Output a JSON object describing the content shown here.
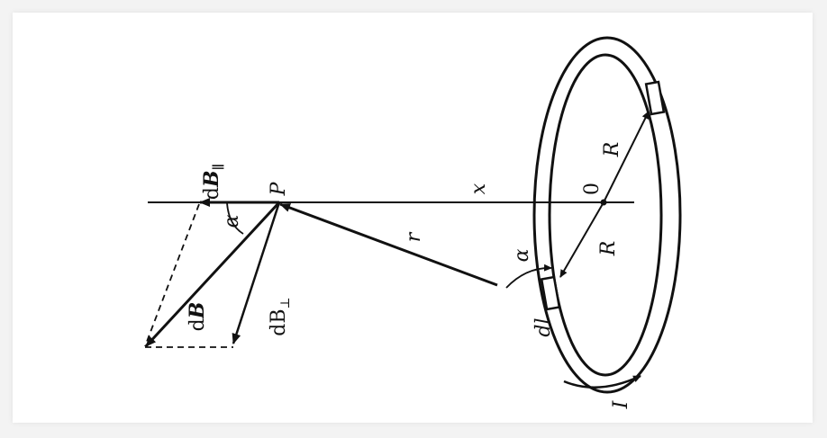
{
  "labels": {
    "point_P": "P",
    "center_O": "0",
    "distance_x": "x",
    "radius_upper": "R",
    "radius_lower": "R",
    "radius_vector_r": "r",
    "angle_alpha_left": "α",
    "angle_alpha_right": "α",
    "element_dl": "dl",
    "current_I": "I",
    "dB_parallel_prefix": "d",
    "dB_parallel_symbol": "B",
    "dB_parallel_sub": "∥",
    "dB_prefix": "d",
    "dB_symbol": "B",
    "dB_perp_prefix": "dB",
    "dB_perp_sub": "⊥"
  },
  "colors": {
    "ink": "#111111",
    "background": "#ffffff",
    "page": "#f3f3f3"
  }
}
